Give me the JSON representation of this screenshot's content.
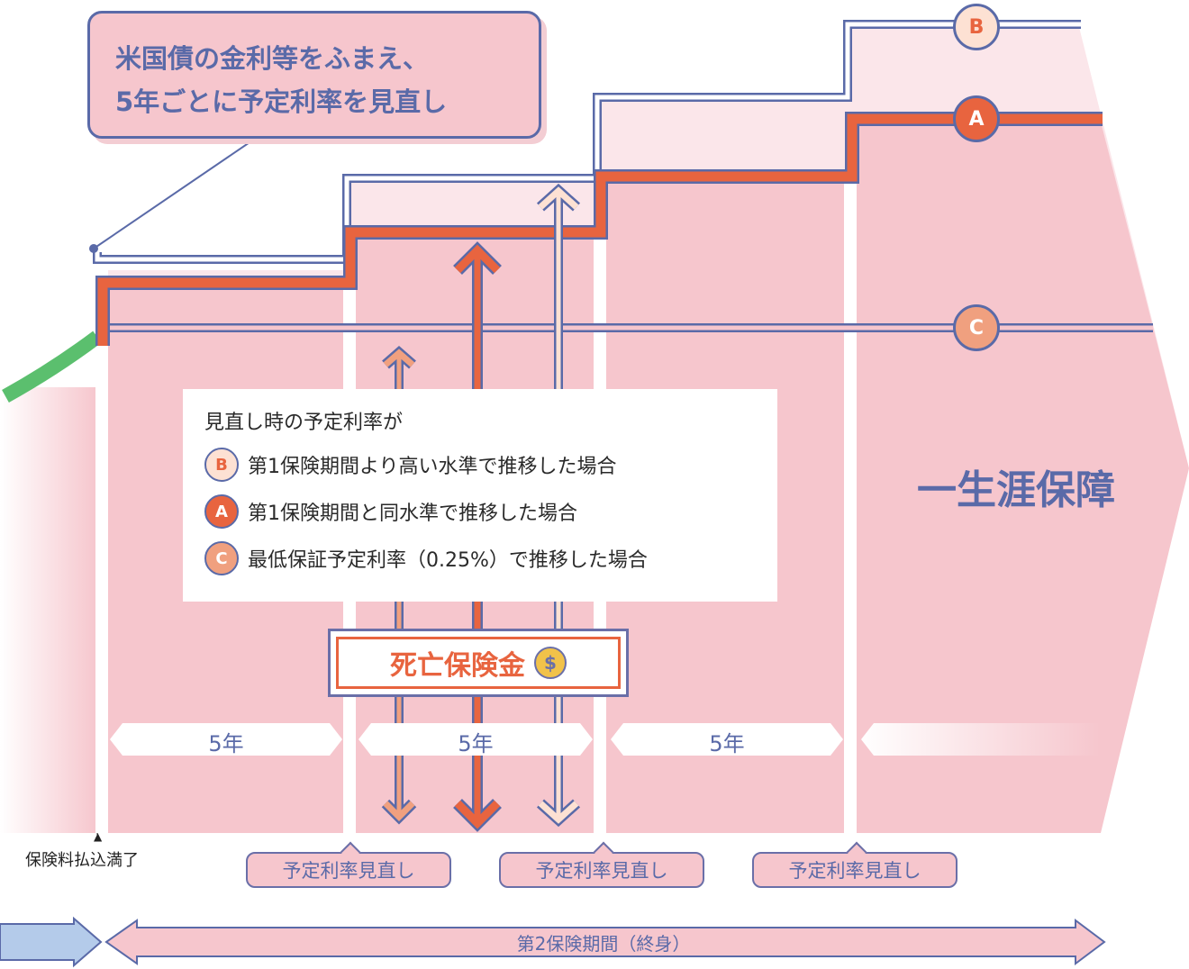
{
  "callout": {
    "line1": "米国債の金利等をふまえ、",
    "line2": "5年ごとに予定利率を見直し"
  },
  "legend": {
    "heading": "見直し時の予定利率が",
    "items": [
      {
        "badge": "B",
        "text": "第1保険期間より高い水準で推移した場合"
      },
      {
        "badge": "A",
        "text": "第1保険期間と同水準で推移した場合"
      },
      {
        "badge": "C",
        "text": "最低保証予定利率（0.25%）で推移した場合"
      }
    ]
  },
  "line_markers": {
    "b": "B",
    "a": "A",
    "c": "C"
  },
  "lifetime_label": "一生涯保障",
  "death_benefit": {
    "label": "死亡保険金",
    "coin_symbol": "$"
  },
  "periods": [
    "5年",
    "5年",
    "5年"
  ],
  "premium_end_label": "保険料払込満了",
  "premium_end_marker": "▲",
  "reviews": [
    "予定利率見直し",
    "予定利率見直し",
    "予定利率見直し"
  ],
  "second_period_label": "第2保険期間（終身）",
  "colors": {
    "accent_orange": "#e8643f",
    "navy": "#5a6aa8",
    "pink_band": "#f6c6cd",
    "light_pink": "#fbe6ea",
    "green": "#5bbf6e",
    "blue_arrow": "#b4cbea"
  },
  "icons": {
    "coin": "dollar-coin-icon",
    "arrows": "double-headed-vertical-arrow-icon"
  }
}
